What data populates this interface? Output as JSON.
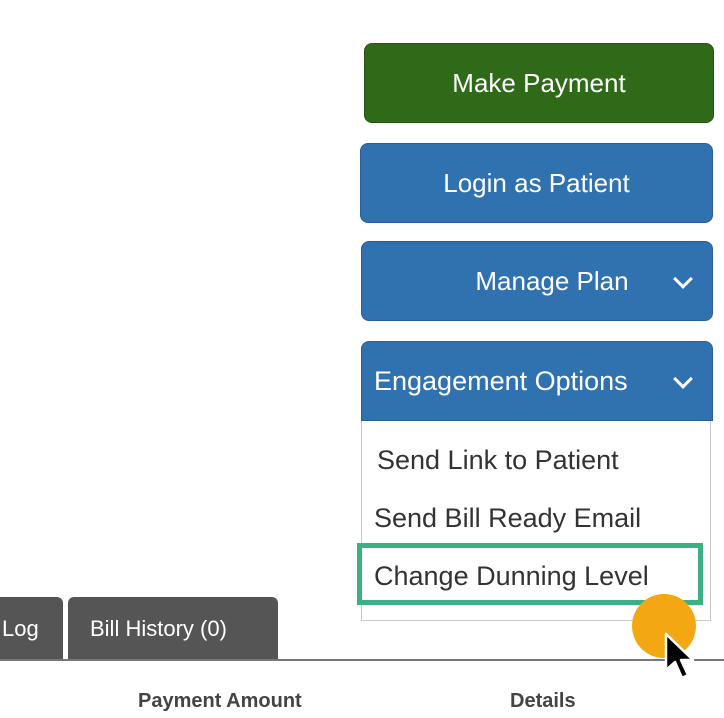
{
  "actions": {
    "make_payment": "Make Payment",
    "login_as_patient": "Login as Patient",
    "manage_plan": "Manage Plan",
    "engagement_options": "Engagement Options"
  },
  "engagement_menu": {
    "items": [
      "Send Link to Patient",
      "Send Bill Ready Email",
      "Change Dunning Level"
    ],
    "highlighted_item": "Change Dunning Level"
  },
  "tabs": [
    {
      "label": "Log"
    },
    {
      "label": "Bill History (0)"
    }
  ],
  "table": {
    "columns": [
      "Payment Amount",
      "Details"
    ]
  },
  "colors": {
    "make_payment_bg": "#2f6a19",
    "action_blue": "#3072b0",
    "highlight_green": "#3bb083",
    "tab_bg": "#555555",
    "cursor_dot": "#f3a712"
  },
  "icons": {
    "dropdown": "chevron-down-icon",
    "cursor": "mouse-pointer-icon"
  }
}
